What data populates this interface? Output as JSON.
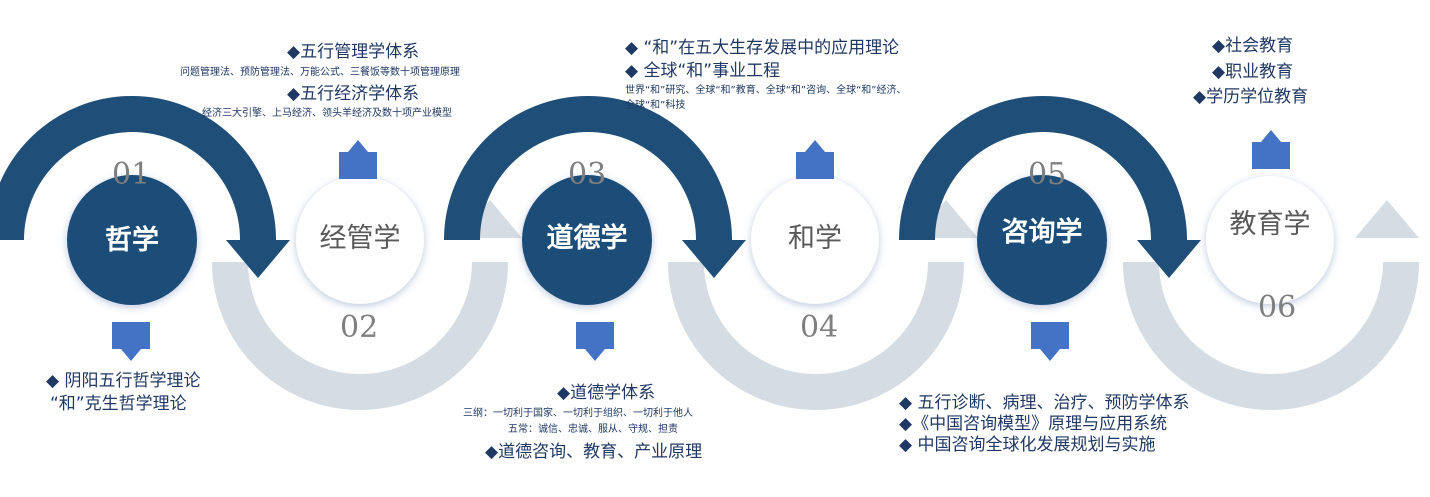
{
  "colors": {
    "dark": "#1f4e79",
    "light": "#d6dce4",
    "box": "#4472c4",
    "text": "#1f3864",
    "num": "#7f7f7f"
  },
  "stages": [
    {
      "num": "01",
      "label": "哲学"
    },
    {
      "num": "02",
      "label": "经管学"
    },
    {
      "num": "03",
      "label": "道德学"
    },
    {
      "num": "04",
      "label": "和学"
    },
    {
      "num": "05",
      "label": "咨询学"
    },
    {
      "num": "06",
      "label": "教育学"
    }
  ],
  "blocks": {
    "philosophy": {
      "lines": [
        "◆ 阴阳五行哲学理论",
        "“和”克生哲学理论"
      ]
    },
    "management": {
      "title1": "◆五行管理学体系",
      "desc1": "问题管理法、预防管理法、万能公式、三餐饭等数十项管理原理",
      "title2": "◆五行经济学体系",
      "desc2": "经济三大引擎、上马经济、领头羊经济及数十项产业模型"
    },
    "morality": {
      "title": "◆道德学体系",
      "desc1": "三纲：一切利于国家、一切利于组织、一切利于他人",
      "desc2": "五常：诚信、忠诚、服从、守规、担责",
      "title2": "◆道德咨询、教育、产业原理"
    },
    "he": {
      "line1": "◆ “和”在五大生存发展中的应用理论",
      "line2": "◆ 全球“和”事业工程",
      "desc1": "世界“和”研究、全球“和”教育、全球“和”咨询、全球“和”经济、",
      "desc2": "全球“和”科技"
    },
    "consulting": {
      "lines": [
        "◆ 五行诊断、病理、治疗、预防学体系",
        "◆《中国咨询模型》原理与应用系统",
        "◆ 中国咨询全球化发展规划与实施"
      ]
    },
    "education": {
      "lines": [
        "◆社会教育",
        "◆职业教育",
        "◆学历学位教育"
      ]
    }
  }
}
